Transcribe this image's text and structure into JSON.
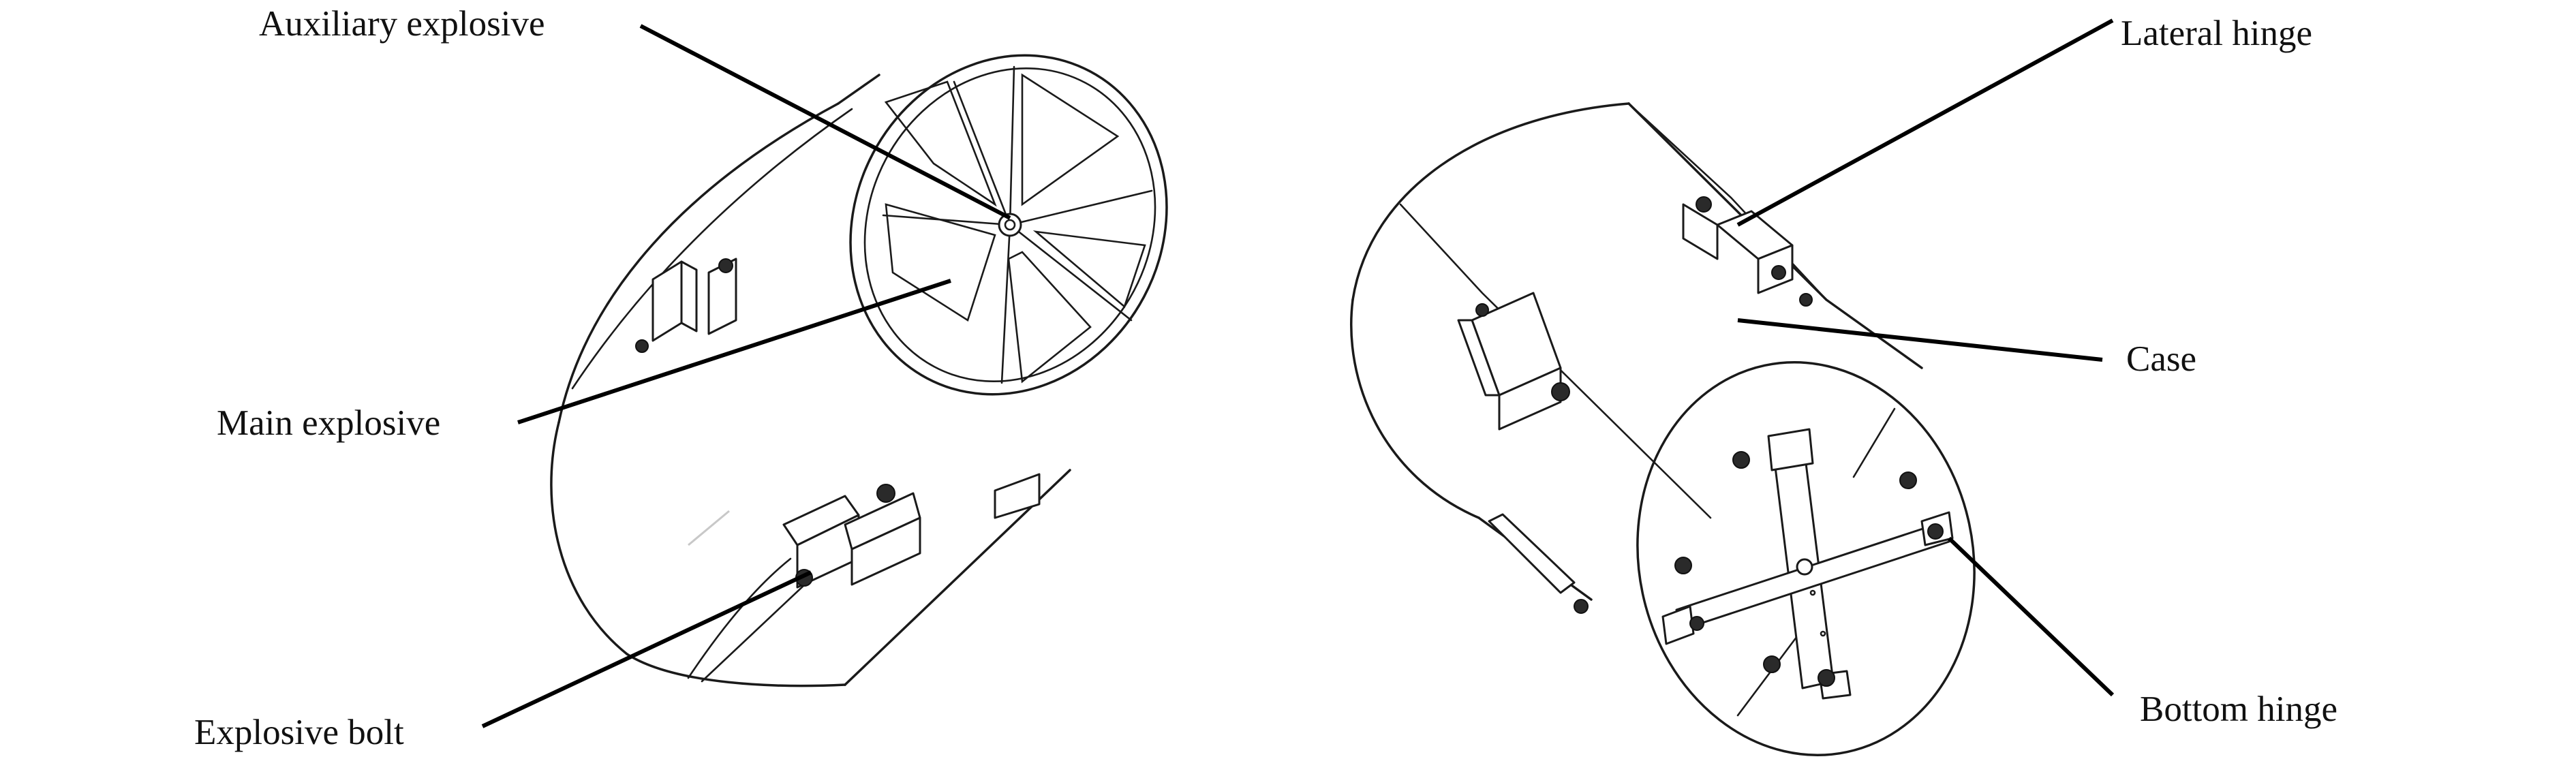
{
  "labels": {
    "auxiliary_explosive": "Auxiliary explosive",
    "main_explosive": "Main explosive",
    "explosive_bolt": "Explosive bolt",
    "lateral_hinge": "Lateral hinge",
    "case": "Case",
    "bottom_hinge": "Bottom hinge"
  }
}
